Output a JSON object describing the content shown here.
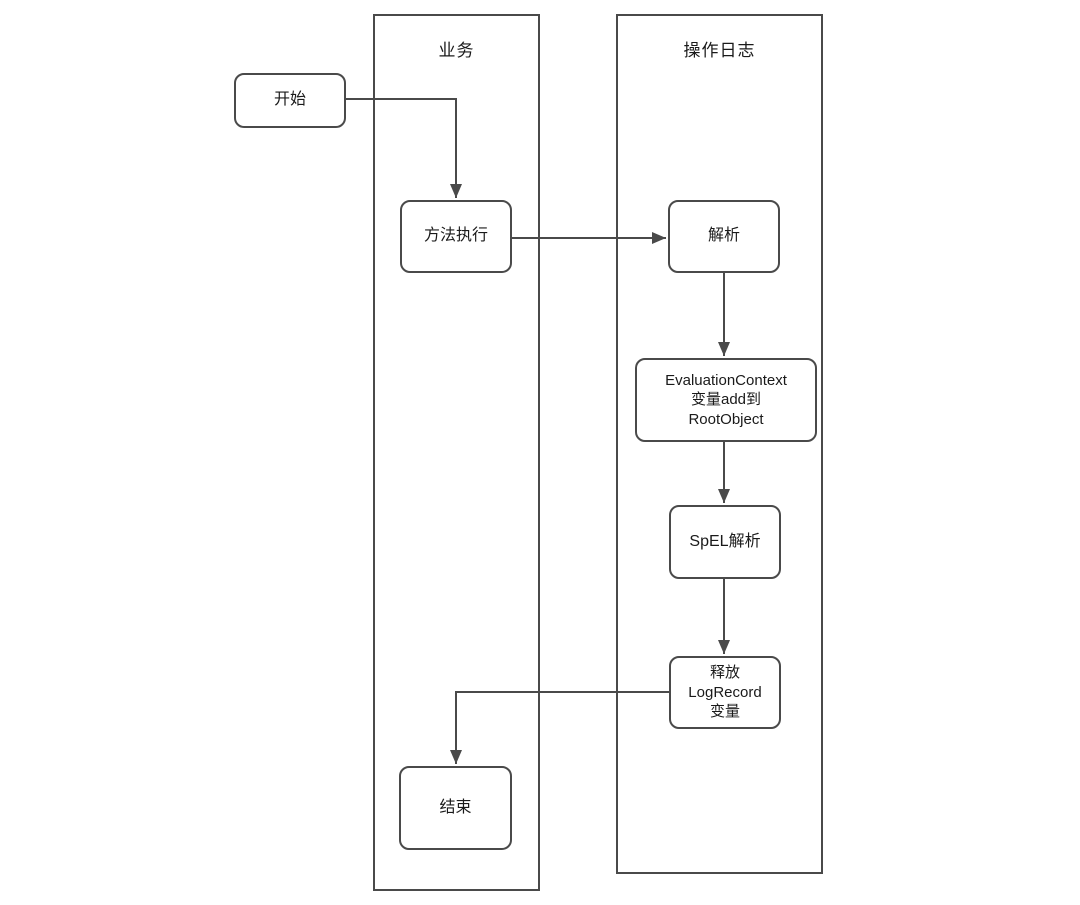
{
  "diagram": {
    "lanes": [
      {
        "id": "business",
        "label": "业务"
      },
      {
        "id": "operation-log",
        "label": "操作日志"
      }
    ],
    "nodes": [
      {
        "id": "start",
        "label": "开始"
      },
      {
        "id": "method-execute",
        "label": "方法执行"
      },
      {
        "id": "parse",
        "label": "解析"
      },
      {
        "id": "evaluation-context",
        "label": "EvaluationContext\n变量add到\nRootObject"
      },
      {
        "id": "spel-parse",
        "label": "SpEL解析"
      },
      {
        "id": "release-logrecord",
        "label": "释放\nLogRecord\n变量"
      },
      {
        "id": "end",
        "label": "结束"
      }
    ],
    "edges": [
      {
        "from": "start",
        "to": "method-execute"
      },
      {
        "from": "method-execute",
        "to": "parse"
      },
      {
        "from": "parse",
        "to": "evaluation-context"
      },
      {
        "from": "evaluation-context",
        "to": "spel-parse"
      },
      {
        "from": "spel-parse",
        "to": "release-logrecord"
      },
      {
        "from": "release-logrecord",
        "to": "end"
      }
    ],
    "colors": {
      "stroke": "#4a4a4a",
      "node_fill": "#ffffff",
      "background": "#ffffff",
      "text": "#1a1a1a"
    }
  }
}
